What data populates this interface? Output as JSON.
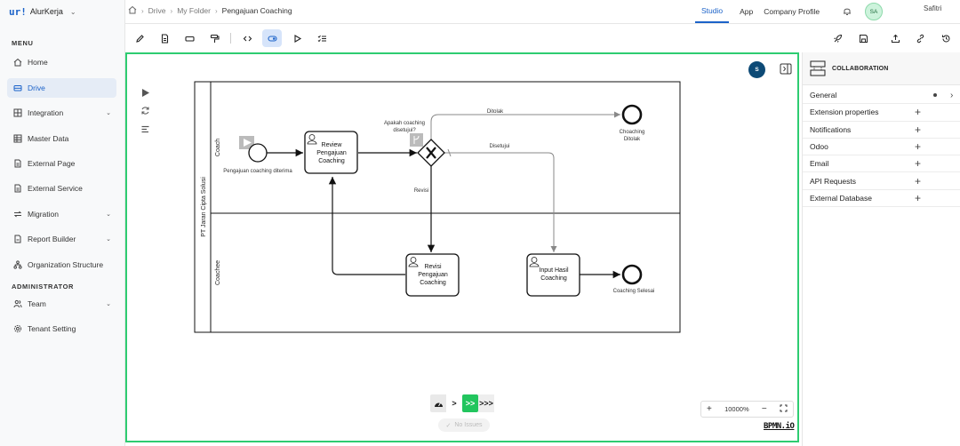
{
  "brand": {
    "logo": "ur!",
    "name": "AlurKerja"
  },
  "sidebar": {
    "menu_title": "MENU",
    "items": [
      {
        "label": "Home",
        "icon": "home-icon"
      },
      {
        "label": "Drive",
        "icon": "drive-icon",
        "active": true
      },
      {
        "label": "Integration",
        "icon": "grid-icon",
        "expandable": true
      },
      {
        "label": "Master Data",
        "icon": "table-icon"
      },
      {
        "label": "External Page",
        "icon": "document-icon"
      },
      {
        "label": "External Service",
        "icon": "document-icon"
      },
      {
        "label": "Migration",
        "icon": "swap-icon",
        "expandable": true
      },
      {
        "label": "Report Builder",
        "icon": "report-icon",
        "expandable": true
      },
      {
        "label": "Organization Structure",
        "icon": "org-icon"
      }
    ],
    "admin_title": "ADMINISTRATOR",
    "admin_items": [
      {
        "label": "Team",
        "icon": "users-icon",
        "expandable": true
      },
      {
        "label": "Tenant Setting",
        "icon": "gear-icon"
      }
    ]
  },
  "breadcrumb": {
    "items": [
      "Drive",
      "My Folder"
    ],
    "current": "Pengajuan Coaching"
  },
  "topnav": {
    "tabs": [
      "Studio",
      "App",
      "Company Profile"
    ],
    "active": "Studio"
  },
  "user": {
    "initials": "SA",
    "name": "Safitri"
  },
  "canvas": {
    "collab_initial": "S",
    "zoom_in": "+",
    "zoom_level": "10000%",
    "zoom_out": "−",
    "no_issues": "No Issues",
    "watermark": "BPMN.iO",
    "run_steps": [
      ">",
      ">>",
      ">>>"
    ]
  },
  "diagram": {
    "pool": "PT Jaran Cipta Solusi",
    "lanes": [
      "Coach",
      "Coachee"
    ],
    "start_event": "Pengajuan coaching diterima",
    "task_review": [
      "Review",
      "Pengajuan",
      "Coaching"
    ],
    "gateway_label": [
      "Apakah coaching",
      "disetujui?"
    ],
    "flow_rejected": "Ditolak",
    "flow_approved": "Disetujui",
    "flow_revise": "Revisi",
    "end_rejected": [
      "Choaching",
      "Ditolak"
    ],
    "task_revise": [
      "Revisi",
      "Pengajuan",
      "Coaching"
    ],
    "task_input": [
      "Input Hasil",
      "Coaching"
    ],
    "end_done": "Coaching Selesai"
  },
  "properties": {
    "title": "COLLABORATION",
    "rows": [
      {
        "label": "General",
        "control": "expand"
      },
      {
        "label": "Extension properties",
        "control": "+"
      },
      {
        "label": "Notifications",
        "control": "+"
      },
      {
        "label": "Odoo",
        "control": "+"
      },
      {
        "label": "Email",
        "control": "+"
      },
      {
        "label": "API Requests",
        "control": "+"
      },
      {
        "label": "External Database",
        "control": "+"
      }
    ]
  },
  "colors": {
    "accent": "#1c63c9",
    "canvas_border": "#2ecc71",
    "run_active": "#22c55e",
    "avatar_bg": "#0d4a76"
  }
}
